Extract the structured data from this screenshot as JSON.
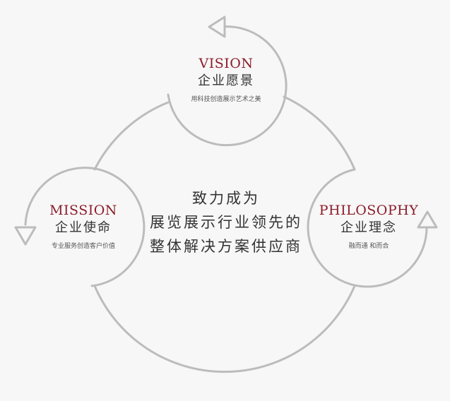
{
  "nodes": {
    "vision": {
      "en": "VISION",
      "zh": "企业愿景",
      "sub": "用科技创造展示艺术之美"
    },
    "mission": {
      "en": "MISSION",
      "zh": "企业使命",
      "sub": "专业服务创造客户价值"
    },
    "philosophy": {
      "en": "PHILOSOPHY",
      "zh": "企业理念",
      "sub": "融而通 和而合"
    }
  },
  "center": {
    "line1": "致力成为",
    "line2": "展览展示行业领先的",
    "line3": "整体解决方案供应商"
  },
  "colors": {
    "stroke": "#bcbcbc",
    "accent": "#8c1d2a",
    "text": "#333333",
    "background": "#f7f7f7"
  },
  "icons": [
    "arrow-left-icon",
    "arrow-down-icon",
    "arrow-up-icon"
  ]
}
